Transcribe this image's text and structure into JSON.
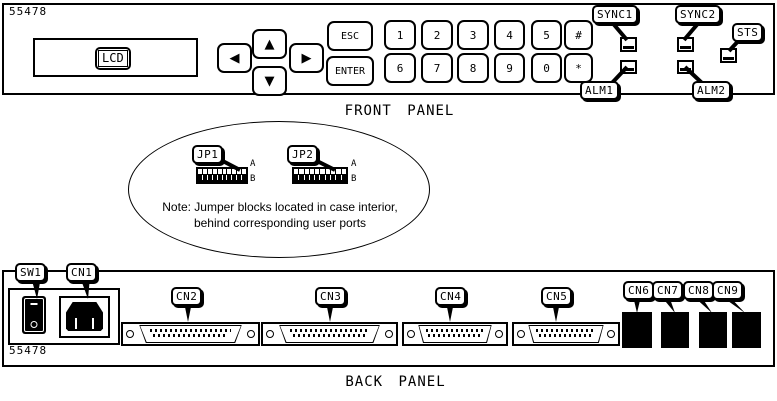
{
  "colors": {
    "ink": "#000000",
    "paper": "#ffffff"
  },
  "front_panel": {
    "part_number": "55478",
    "caption": "FRONT PANEL",
    "lcd_label": "LCD",
    "nav_keys": {
      "left": "◀",
      "up": "▲",
      "down": "▼",
      "right": "▶"
    },
    "esc_key": "ESC",
    "enter_key": "ENTER",
    "keypad_row1": [
      "1",
      "2",
      "3",
      "4",
      "5",
      "#"
    ],
    "keypad_row2": [
      "6",
      "7",
      "8",
      "9",
      "0",
      "*"
    ],
    "indicators": {
      "sync1": "SYNC1",
      "sync2": "SYNC2",
      "sts": "STS",
      "alm1": "ALM1",
      "alm2": "ALM2"
    }
  },
  "jumper_callout": {
    "jp1_label": "JP1",
    "jp2_label": "JP2",
    "row_a": "A",
    "row_b": "B",
    "note_line1": "Note: Jumper blocks located in case interior,",
    "note_line2": "behind corresponding user ports"
  },
  "back_panel": {
    "part_number": "55478",
    "caption": "BACK PANEL",
    "labels": {
      "sw1": "SW1",
      "cn1": "CN1",
      "cn2": "CN2",
      "cn3": "CN3",
      "cn4": "CN4",
      "cn5": "CN5",
      "cn6": "CN6",
      "cn7": "CN7",
      "cn8": "CN8",
      "cn9": "CN9"
    }
  }
}
